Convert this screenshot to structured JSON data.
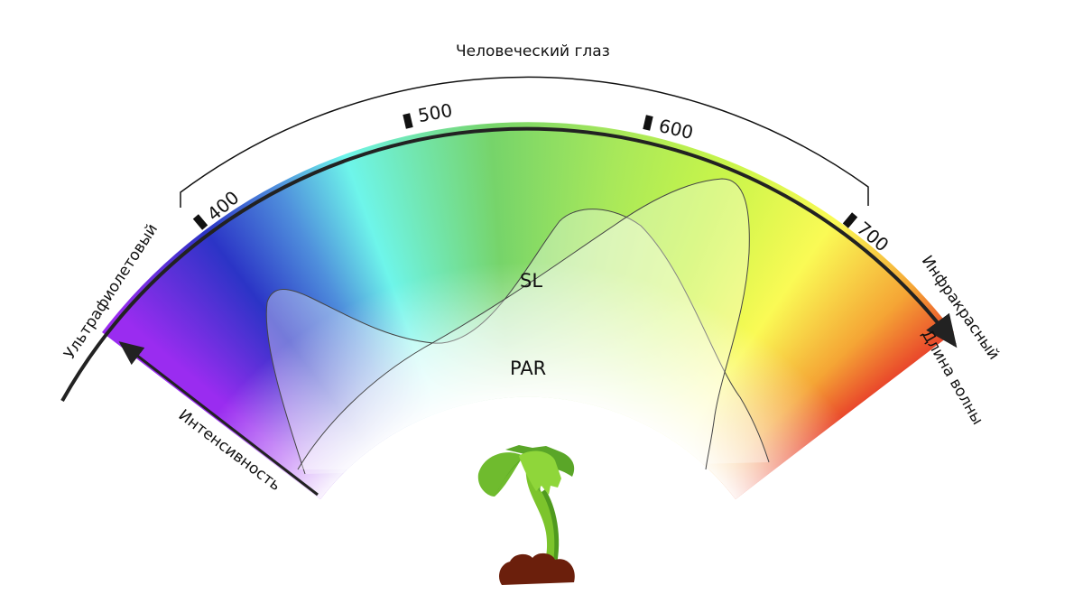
{
  "title": "Человеческий глаз",
  "ticks": [
    {
      "label": "400"
    },
    {
      "label": "500"
    },
    {
      "label": "600"
    },
    {
      "label": "700"
    }
  ],
  "left_region": "Ультрафиолетовый",
  "right_region": "Инфракрасный",
  "axis_wavelength": "Длина волны",
  "axis_intensity": "Интенсивность",
  "curves": {
    "sl": "SL",
    "par": "PAR"
  }
}
